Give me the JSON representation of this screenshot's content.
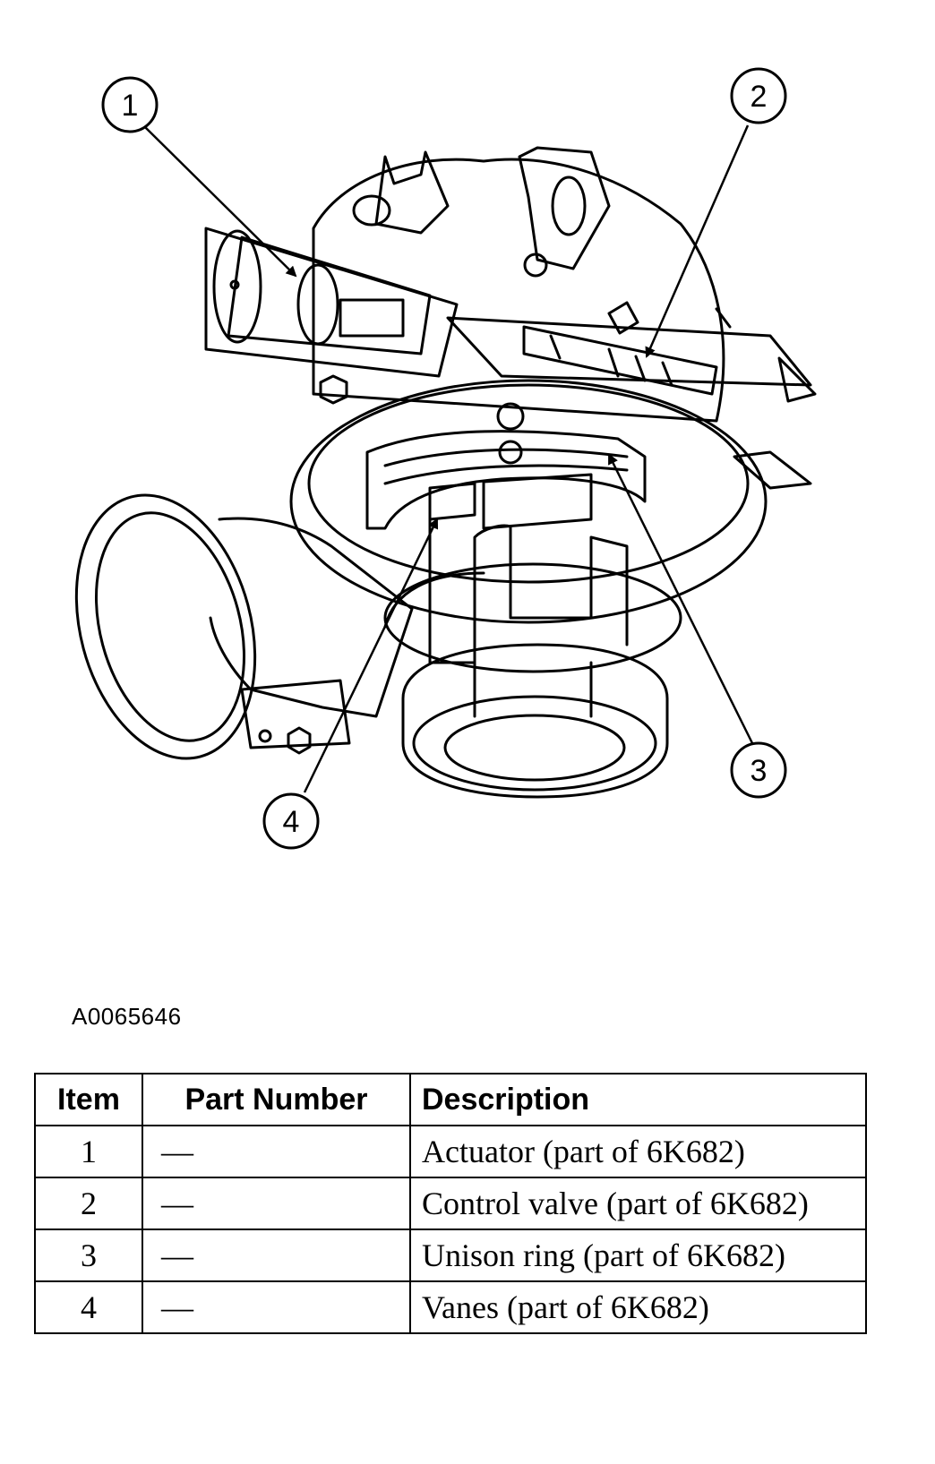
{
  "callouts": [
    "1",
    "2",
    "3",
    "4"
  ],
  "figure_id": "A0065646",
  "table": {
    "headers": {
      "item": "Item",
      "part_number": "Part Number",
      "description": "Description"
    },
    "rows": [
      {
        "item": "1",
        "part_number": "—",
        "description": "Actuator (part of 6K682)"
      },
      {
        "item": "2",
        "part_number": "—",
        "description": "Control valve (part of 6K682)"
      },
      {
        "item": "3",
        "part_number": "—",
        "description": "Unison ring (part of 6K682)"
      },
      {
        "item": "4",
        "part_number": "—",
        "description": "Vanes (part of 6K682)"
      }
    ]
  }
}
